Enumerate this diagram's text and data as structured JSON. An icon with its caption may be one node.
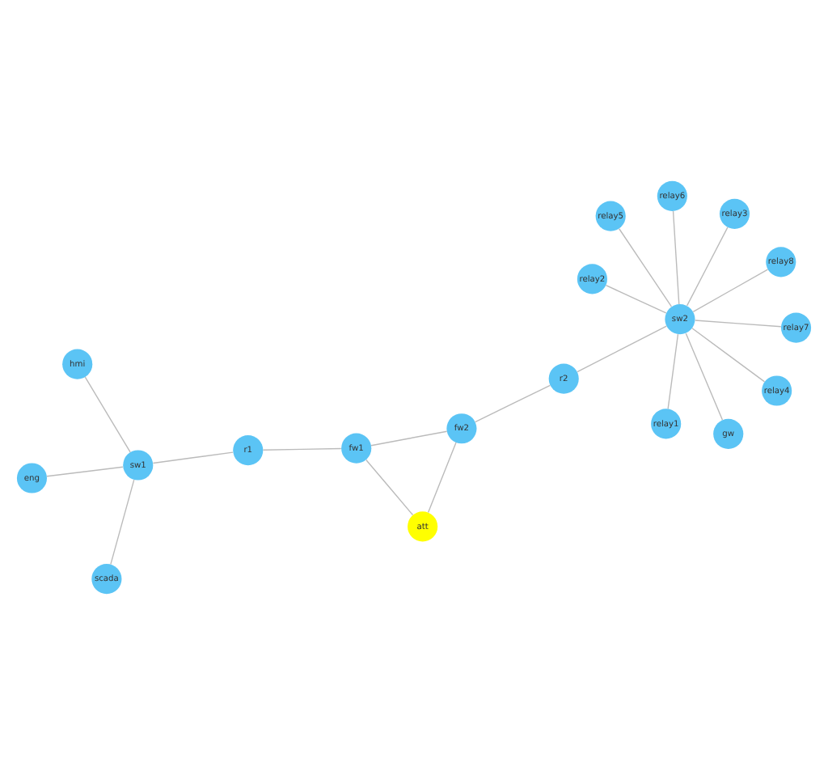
{
  "diagram": {
    "nodes": [
      {
        "text": [
          "eng"
        ]
      },
      {
        "text": [
          "sw1"
        ]
      },
      {
        "text": [
          "scada"
        ]
      },
      {
        "text": [
          "r1"
        ]
      },
      {
        "text": [
          "hmi"
        ]
      },
      {
        "text": [
          "fw1"
        ]
      },
      {
        "text": [
          "att"
        ]
      },
      {
        "text": [
          "fw2"
        ]
      },
      {
        "text": [
          "r2"
        ]
      },
      {
        "text": [
          "gw"
        ]
      },
      {
        "text": [
          "relay1"
        ]
      },
      {
        "text": [
          "relay2"
        ]
      },
      {
        "text": [
          "sw2"
        ]
      },
      {
        "text": [
          "relay8"
        ]
      },
      {
        "text": [
          "relay3"
        ]
      },
      {
        "text": [
          "relay7"
        ]
      },
      {
        "text": [
          "relay4"
        ]
      },
      {
        "text": [
          "relay6"
        ]
      },
      {
        "text": [
          "relay5"
        ]
      }
    ],
    "edges": [
      {
        "from": 0,
        "to": 1,
        "arrow": "none"
      },
      {
        "from": 1,
        "to": 2,
        "arrow": "none"
      },
      {
        "from": 1,
        "to": 3,
        "arrow": "none"
      },
      {
        "from": 1,
        "to": 4,
        "arrow": "none"
      },
      {
        "from": 3,
        "to": 5,
        "arrow": "none"
      },
      {
        "from": 5,
        "to": 6,
        "arrow": "none"
      },
      {
        "from": 5,
        "to": 7,
        "arrow": "none"
      },
      {
        "from": 6,
        "to": 7,
        "arrow": "none"
      },
      {
        "from": 7,
        "to": 8,
        "arrow": "none"
      },
      {
        "from": 8,
        "to": 12,
        "arrow": "none"
      },
      {
        "from": 9,
        "to": 12,
        "arrow": "none"
      },
      {
        "from": 10,
        "to": 12,
        "arrow": "none"
      },
      {
        "from": 11,
        "to": 12,
        "arrow": "none"
      },
      {
        "from": 14,
        "to": 12,
        "arrow": "none"
      },
      {
        "from": 16,
        "to": 12,
        "arrow": "none"
      },
      {
        "from": 18,
        "to": 12,
        "arrow": "none"
      },
      {
        "from": 17,
        "to": 12,
        "arrow": "none"
      },
      {
        "from": 15,
        "to": 12,
        "arrow": "none"
      },
      {
        "from": 13,
        "to": 12,
        "arrow": "none"
      }
    ]
  }
}
